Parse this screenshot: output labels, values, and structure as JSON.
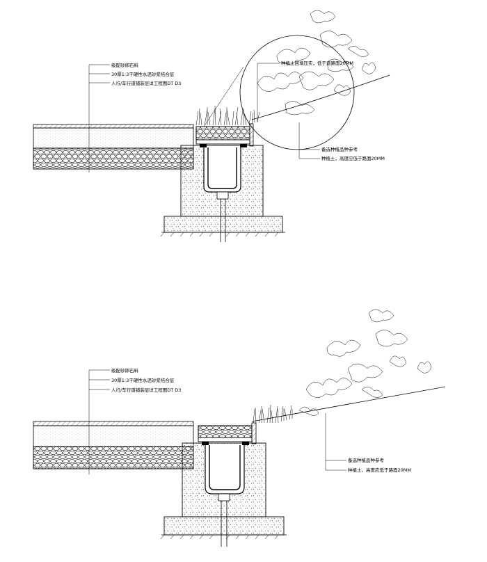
{
  "detail_upper": {
    "left_labels": [
      "级配砂卵石料",
      "30厚1:3干硬性水泥砂浆结合层",
      "人行/车行道铺装层详工程图DT D3"
    ],
    "right_labels": [
      "种植土回填压实，低于道路面20MM",
      "备选种植品种参考",
      "种植土，高度应低于路面20MM"
    ]
  },
  "detail_lower": {
    "left_labels": [
      "级配砂卵石料",
      "30厚1:3干硬性水泥砂浆结合层",
      "人行/车行道铺装层详工程图DT D3"
    ],
    "right_labels": [
      "备选种植品种参考",
      "种植土，高度应低于路面20MM"
    ]
  }
}
